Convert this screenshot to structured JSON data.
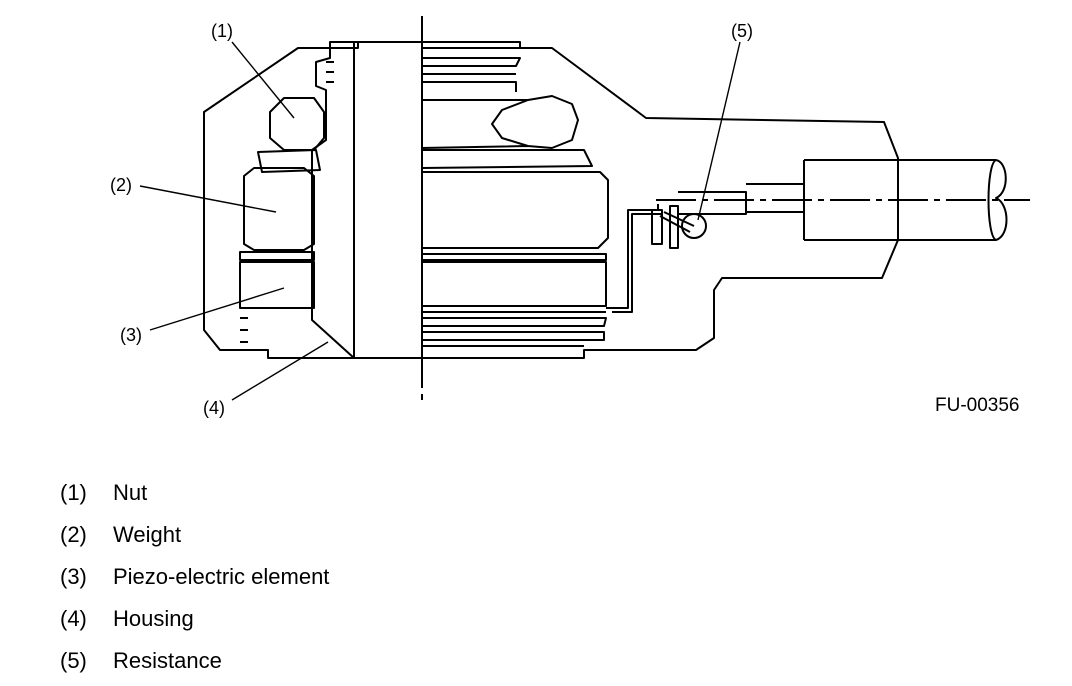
{
  "figure": {
    "code": "FU-00356",
    "callouts": [
      "(1)",
      "(2)",
      "(3)",
      "(4)",
      "(5)"
    ]
  },
  "legend": [
    {
      "num": "(1)",
      "label": "Nut"
    },
    {
      "num": "(2)",
      "label": "Weight"
    },
    {
      "num": "(3)",
      "label": "Piezo-electric element"
    },
    {
      "num": "(4)",
      "label": "Housing"
    },
    {
      "num": "(5)",
      "label": "Resistance"
    }
  ]
}
